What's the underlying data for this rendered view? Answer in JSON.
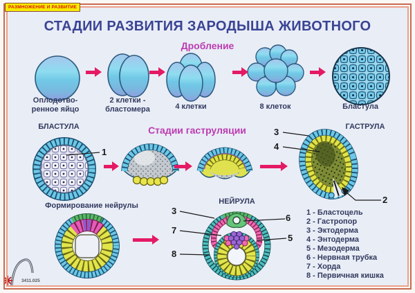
{
  "poster": {
    "badge": "РАЗМНОЖЕНИЕ И РАЗВИТИЕ",
    "title": "СТАДИИ РАЗВИТИЯ ЗАРОДЫША ЖИВОТНОГО",
    "code": "3411.025"
  },
  "colors": {
    "background": "#e9edf6",
    "frame": "#eda089",
    "title_navy": "#3a4494",
    "heading_magenta": "#bb3cb0",
    "arrow_magenta": "#e51a64",
    "badge_bg": "#f6ec00",
    "badge_text": "#dd1111",
    "cell_blue": "#76cae8",
    "cell_yellow": "#e2e44c",
    "cell_green": "#5ab868",
    "cell_pink": "#ee6ab4",
    "cell_purple": "#9a66d4"
  },
  "cleavage": {
    "heading": "Дробление",
    "stages": [
      {
        "label": "Оплодотво-\nренное яйцо"
      },
      {
        "label": "2 клетки -\nбластомера"
      },
      {
        "label": "4 клетки"
      },
      {
        "label": "8 клеток"
      },
      {
        "label": "Бластула"
      }
    ]
  },
  "gastrulation": {
    "heading": "Стадии гаструляции",
    "left_label": "БЛАСТУЛА",
    "right_label": "ГАСТРУЛА",
    "pointers": {
      "blastocoel": "1",
      "ectoderm": "3",
      "endoderm": "4",
      "gastropore": "2"
    }
  },
  "neurulation": {
    "heading": "Формирование нейрулы",
    "label": "НЕЙРУЛА",
    "pointers": {
      "ectoderm": "3",
      "chorda": "7",
      "primary_gut": "8",
      "neural_tube": "6",
      "mesoderm": "5"
    }
  },
  "legend": {
    "items": [
      "1 - Бластоцель",
      "2 - Гастропор",
      "3 - Эктодерма",
      "4 - Энтодерма",
      "5 - Мезодерма",
      "6 - Нервная трубка",
      "7 - Хорда",
      "8 - Первичная кишка"
    ]
  }
}
